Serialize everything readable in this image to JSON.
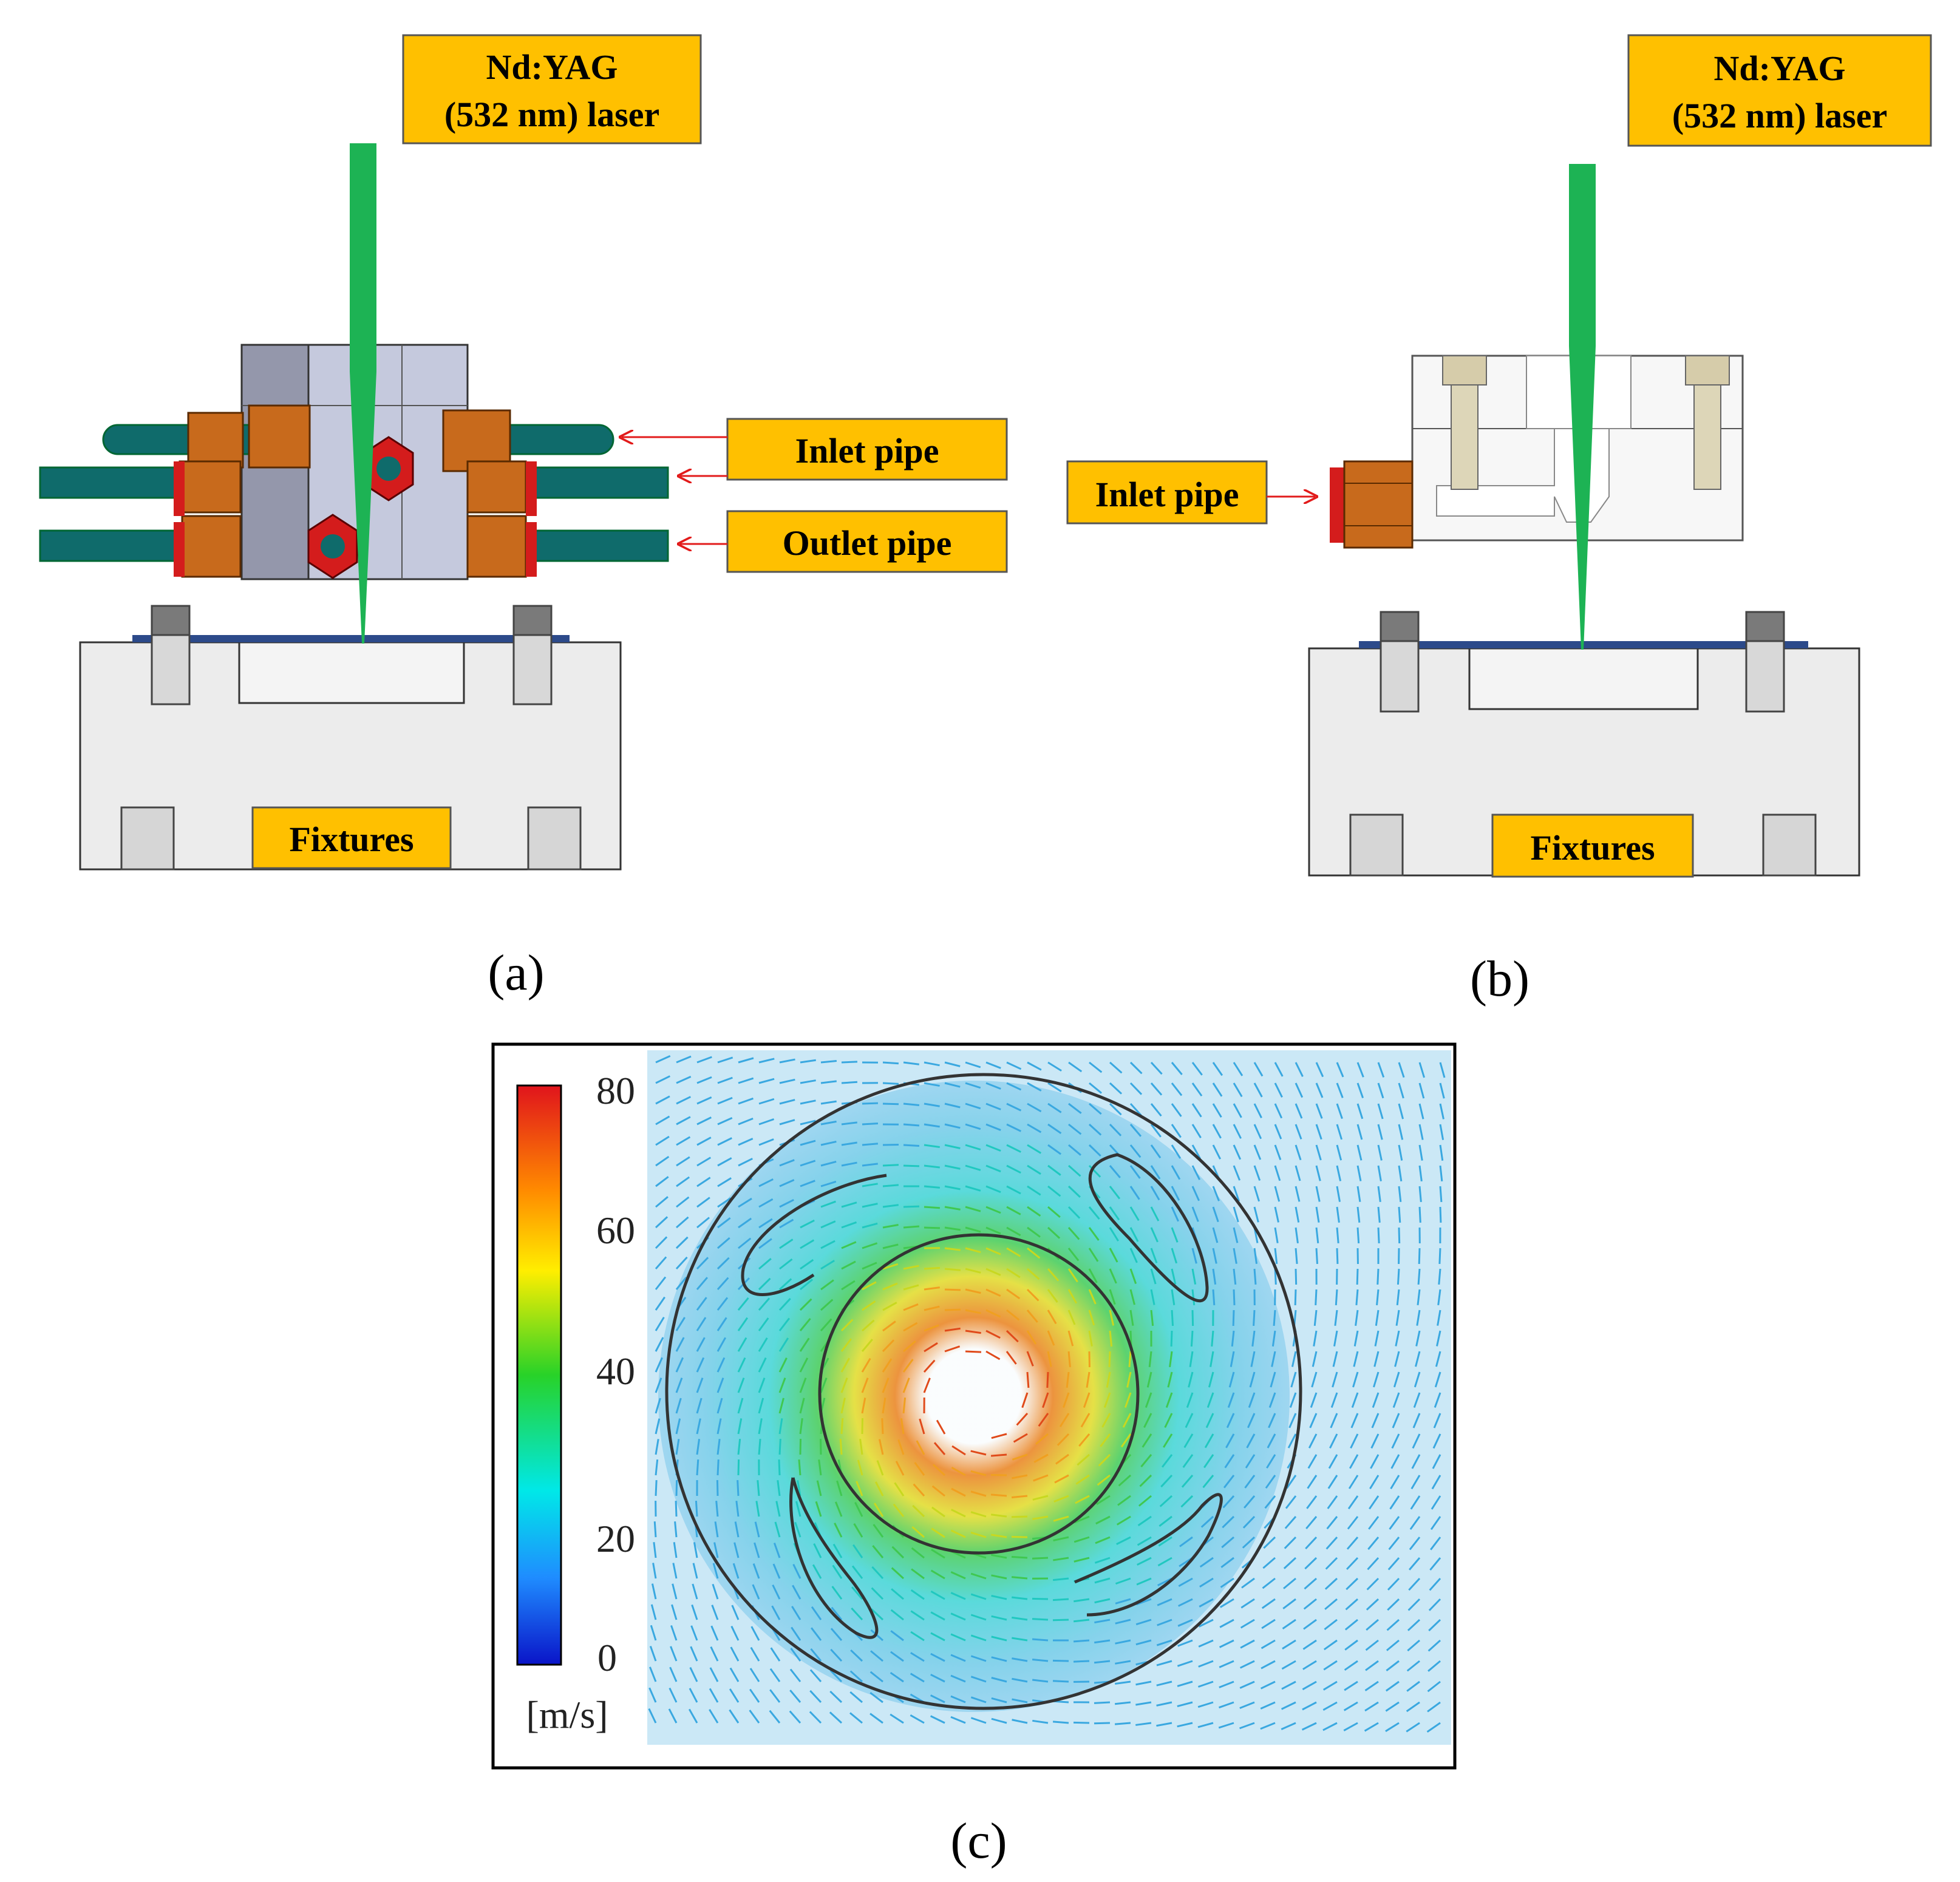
{
  "panel_a": {
    "laser_label_line1": "Nd:YAG",
    "laser_label_line2": "(532 nm) laser",
    "inlet_label": "Inlet pipe",
    "outlet_label": "Outlet pipe",
    "fixtures_label": "Fixtures",
    "panel_label": "(a)"
  },
  "panel_b": {
    "laser_label_line1": "Nd:YAG",
    "laser_label_line2": "(532 nm) laser",
    "inlet_label": "Inlet pipe",
    "fixtures_label": "Fixtures",
    "panel_label": "(b)"
  },
  "panel_c": {
    "colorbar_ticks": [
      "80",
      "60",
      "40",
      "20",
      "0"
    ],
    "colorbar_unit": "[m/s]",
    "panel_label": "(c)"
  },
  "colors": {
    "label_fill": "#ffc000",
    "laser": "#1db354",
    "pipe": "#0f6b6b",
    "nut": "#c86a1c",
    "gasket": "#d41c1c",
    "block": "#c5c9dd",
    "fixture": "#ececec"
  }
}
